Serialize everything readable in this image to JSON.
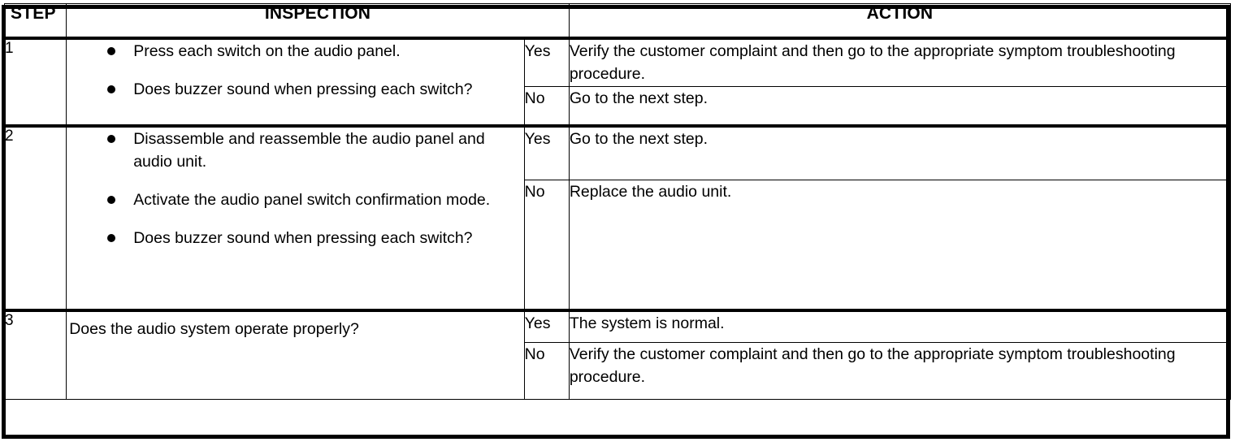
{
  "table": {
    "headers": {
      "step": "STEP",
      "inspection": "INSPECTION",
      "action": "ACTION"
    },
    "rows": [
      {
        "step": "1",
        "inspection_bullets": [
          "Press each switch on the audio panel.",
          "Does buzzer sound when pressing each switch?"
        ],
        "inspection_plain": "",
        "results": [
          {
            "label": "Yes",
            "action": "Verify the customer complaint and then go to the appropriate symptom troubleshooting procedure."
          },
          {
            "label": "No",
            "action": "Go to the next step."
          }
        ]
      },
      {
        "step": "2",
        "inspection_bullets": [
          "Disassemble and reassemble the audio panel and audio unit.",
          "Activate the audio panel switch confirmation mode.",
          "Does buzzer sound when pressing each switch?"
        ],
        "inspection_plain": "",
        "results": [
          {
            "label": "Yes",
            "action": "Go to the next step."
          },
          {
            "label": "No",
            "action": "Replace the audio unit."
          }
        ]
      },
      {
        "step": "3",
        "inspection_bullets": [],
        "inspection_plain": "Does the audio system operate properly?",
        "results": [
          {
            "label": "Yes",
            "action": "The system is normal."
          },
          {
            "label": "No",
            "action": "Verify the customer complaint and then go to the appropriate symptom troubleshooting procedure."
          }
        ]
      }
    ]
  },
  "colors": {
    "border": "#000000",
    "text": "#000000",
    "background": "#ffffff"
  }
}
